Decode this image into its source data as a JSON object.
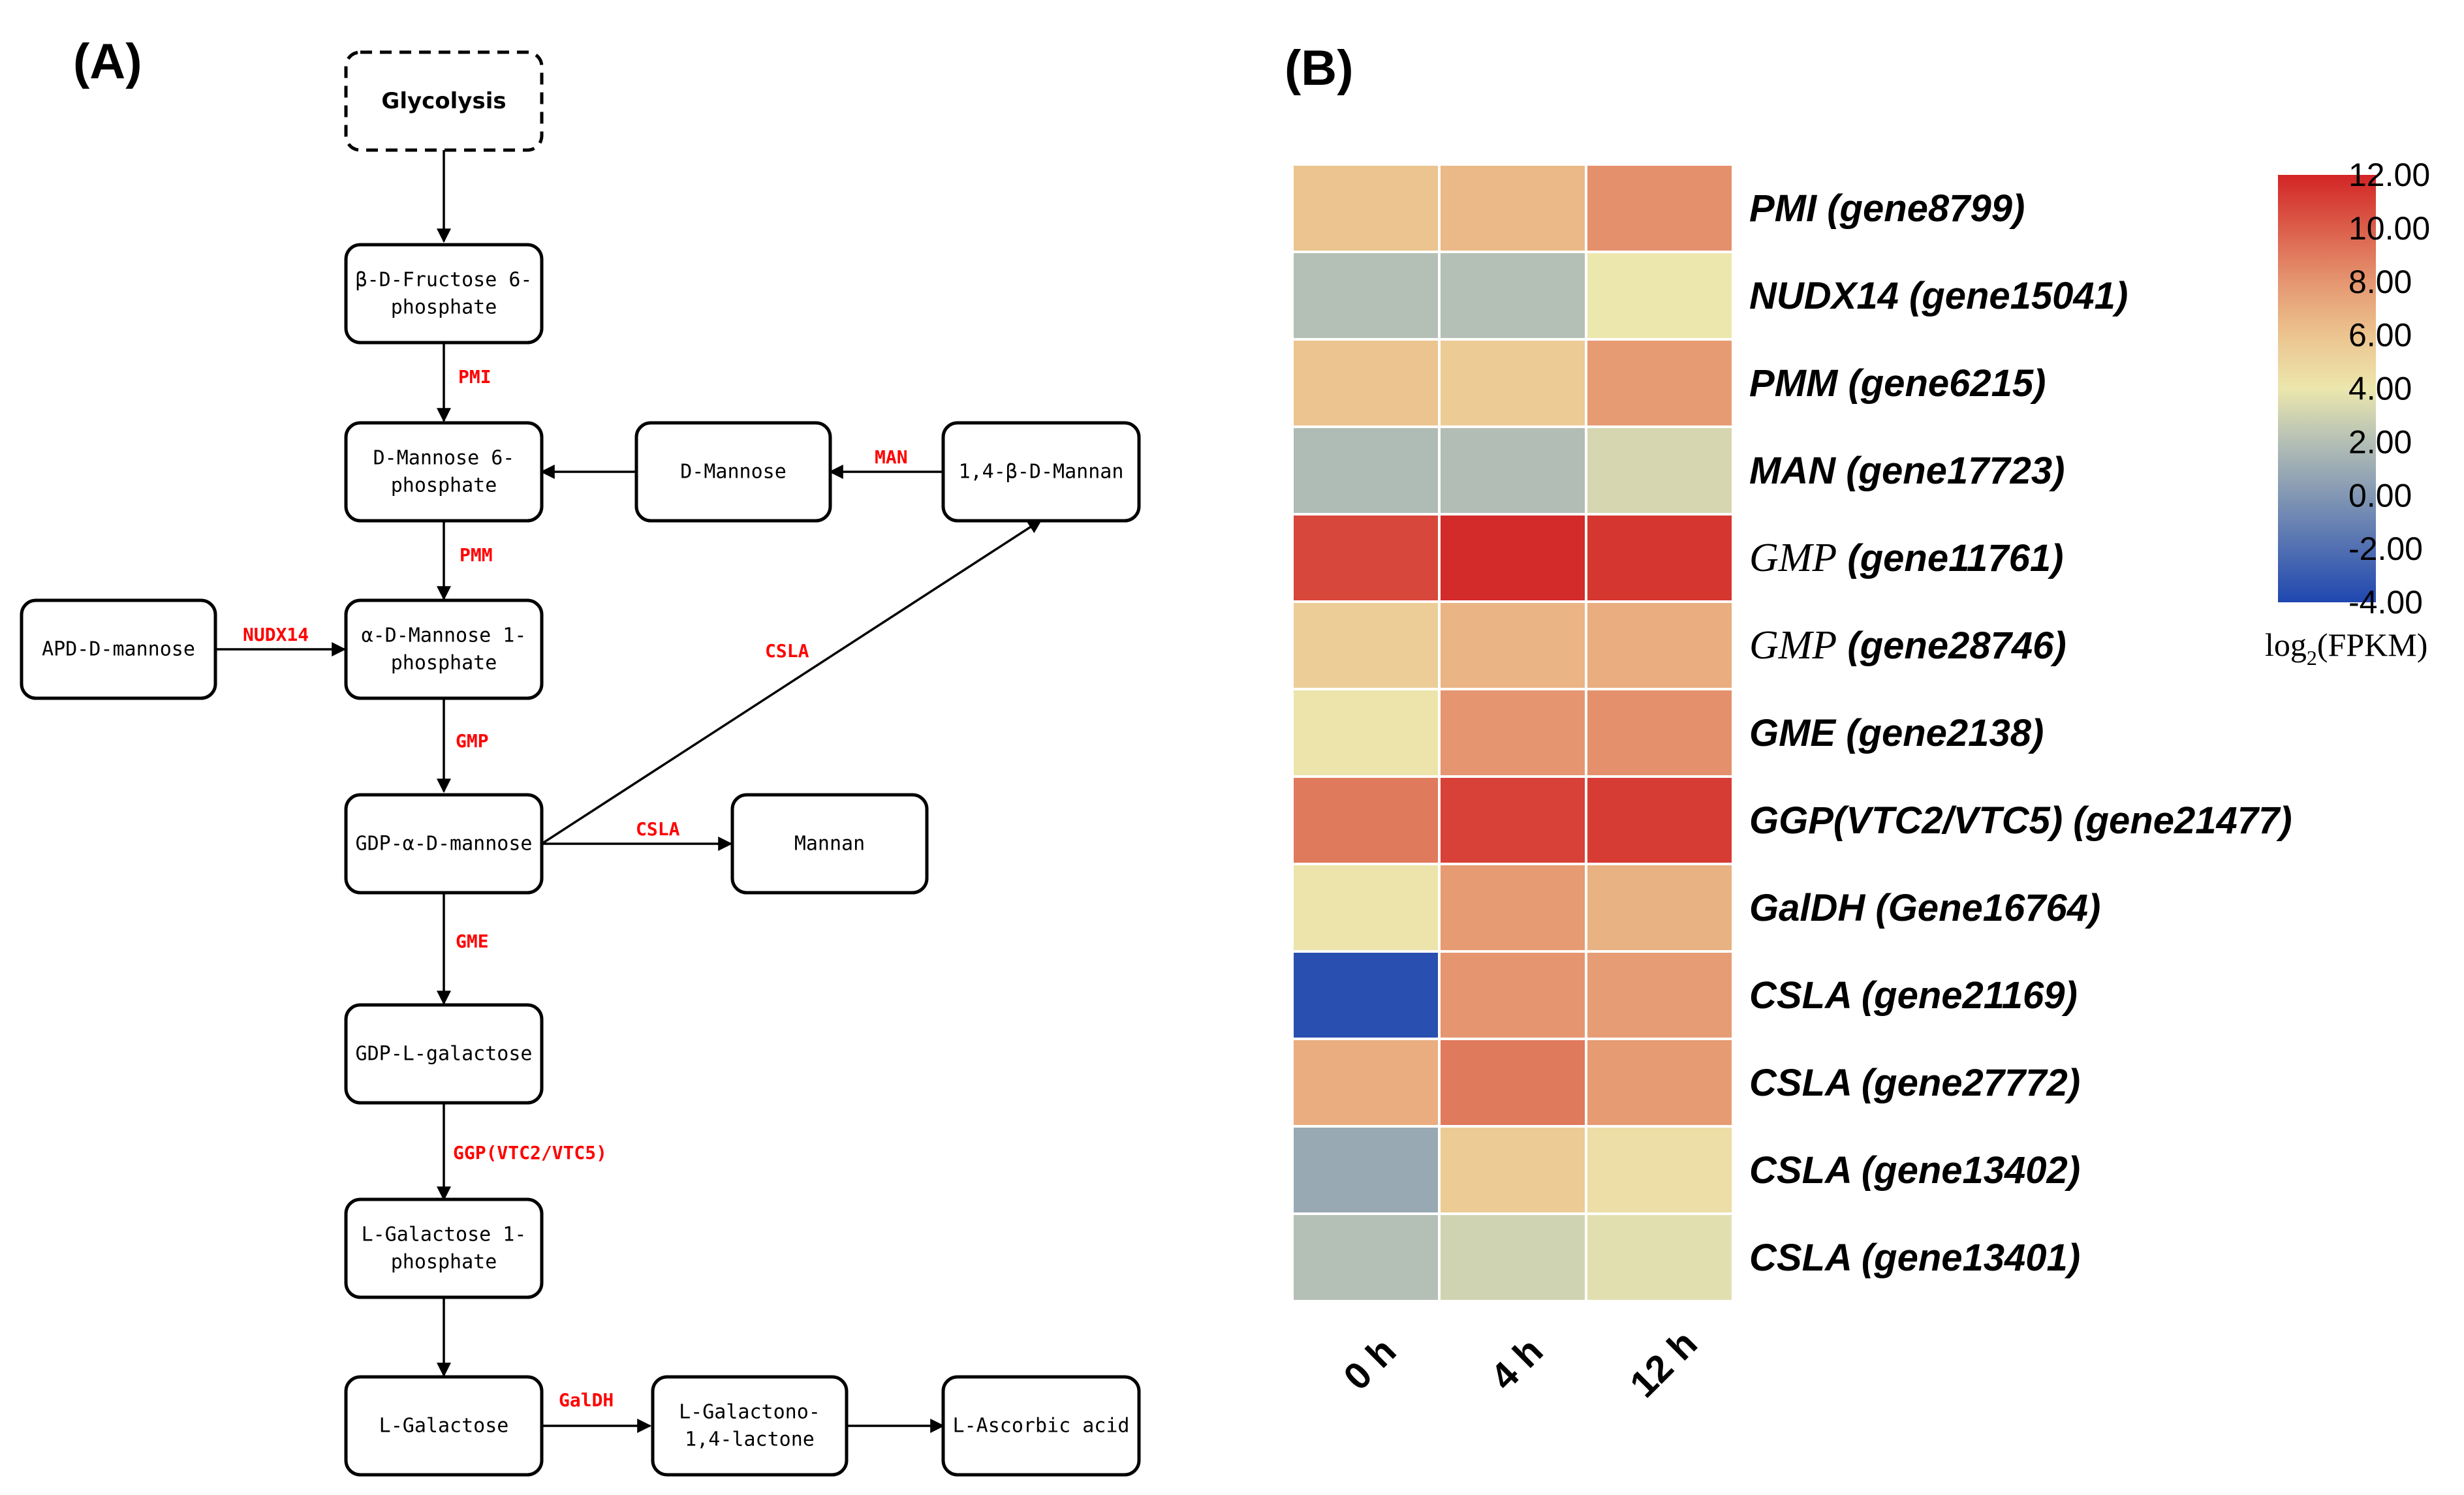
{
  "panel_a": {
    "label": "(A)",
    "nodes": [
      {
        "id": "glycolysis",
        "lines": [
          "Glycolysis"
        ],
        "text_color": "#0d4a4a",
        "dashed": true,
        "bold": true
      },
      {
        "id": "fructose6p",
        "lines": [
          "β-D-Fructose 6-",
          "phosphate"
        ],
        "text_color": "#000000"
      },
      {
        "id": "mannose6p",
        "lines": [
          "D-Mannose 6-",
          "phosphate"
        ],
        "text_color": "#ee00ee"
      },
      {
        "id": "dmannose",
        "lines": [
          "D-Mannose"
        ],
        "text_color": "#000000"
      },
      {
        "id": "mannan14",
        "lines": [
          "1,4-β-D-Mannan"
        ],
        "text_color": "#000000"
      },
      {
        "id": "apd",
        "lines": [
          "APD-D-mannose"
        ],
        "text_color": "#000000"
      },
      {
        "id": "mannose1p",
        "lines": [
          "α-D-Mannose 1-",
          "phosphate"
        ],
        "text_color": "#000000"
      },
      {
        "id": "gdpmannose",
        "lines": [
          "GDP-α-D-mannose"
        ],
        "text_color": "#000000"
      },
      {
        "id": "mannan",
        "lines": [
          "Mannan"
        ],
        "text_color": "#000000"
      },
      {
        "id": "gdpgal",
        "lines": [
          "GDP-L-galactose"
        ],
        "text_color": "#000000"
      },
      {
        "id": "galactose1p",
        "lines": [
          "L-Galactose 1-",
          "phosphate"
        ],
        "text_color": "#000000"
      },
      {
        "id": "galactose",
        "lines": [
          "L-Galactose"
        ],
        "text_color": "#000000"
      },
      {
        "id": "galactono",
        "lines": [
          "L-Galactono-",
          "1,4-lactone"
        ],
        "text_color": "#000000"
      },
      {
        "id": "ascorbic",
        "lines": [
          "L-Ascorbic acid"
        ],
        "text_color": "#0000ee"
      }
    ],
    "enzymes": [
      {
        "id": "pmi",
        "text": "PMI"
      },
      {
        "id": "man",
        "text": "MAN"
      },
      {
        "id": "pmm",
        "text": "PMM"
      },
      {
        "id": "nudx14",
        "text": "NUDX14"
      },
      {
        "id": "csla_diag",
        "text": "CSLA"
      },
      {
        "id": "gmp",
        "text": "GMP"
      },
      {
        "id": "csla",
        "text": "CSLA"
      },
      {
        "id": "gme",
        "text": "GME"
      },
      {
        "id": "ggp",
        "text": "GGP(VTC2/VTC5)"
      },
      {
        "id": "galdh",
        "text": "GalDH"
      }
    ],
    "enzyme_color": "#ff0000"
  },
  "chart_data": {
    "type": "heatmap",
    "panel_label": "(B)",
    "columns": [
      "0 h",
      "4 h",
      "12 h"
    ],
    "rows": [
      {
        "name": "PMI",
        "id": "(gene8799)",
        "values": [
          6.0,
          6.5,
          8.2
        ]
      },
      {
        "name": "NUDX14",
        "id": "(gene15041)",
        "values": [
          2.0,
          2.0,
          4.0
        ]
      },
      {
        "name": "PMM",
        "id": "(gene6215)",
        "values": [
          6.0,
          5.6,
          7.8
        ]
      },
      {
        "name": "MAN",
        "id": "(gene17723)",
        "values": [
          1.8,
          1.9,
          3.2
        ]
      },
      {
        "name": "GMP",
        "id": "(gene11761)",
        "values": [
          10.8,
          11.8,
          11.4
        ],
        "serif_name": true
      },
      {
        "name": "GMP",
        "id": "(gene28746)",
        "values": [
          5.5,
          6.7,
          7.0
        ],
        "serif_name": true
      },
      {
        "name": "GME",
        "id": "(gene2138)",
        "values": [
          4.2,
          8.0,
          8.2
        ]
      },
      {
        "name": "GGP(VTC2/VTC5)",
        "id": "(gene21477)",
        "values": [
          9.0,
          11.0,
          11.2
        ]
      },
      {
        "name": "GalDH",
        "id": "(Gene16764)",
        "values": [
          4.2,
          7.8,
          6.8
        ]
      },
      {
        "name": "CSLA",
        "id": "(gene21169)",
        "values": [
          -3.6,
          8.0,
          7.7
        ]
      },
      {
        "name": "CSLA",
        "id": "(gene27772)",
        "values": [
          7.0,
          9.0,
          7.8
        ]
      },
      {
        "name": "CSLA",
        "id": "(gene13402)",
        "values": [
          0.9,
          5.6,
          4.5
        ]
      },
      {
        "name": "CSLA",
        "id": "(gene13401)",
        "values": [
          2.0,
          3.0,
          3.6
        ]
      }
    ],
    "color_scale": {
      "min": -4.0,
      "max": 12.0,
      "stops": [
        {
          "value": -4.0,
          "color": "#1f47b0"
        },
        {
          "value": 2.0,
          "color": "#b4bfb5"
        },
        {
          "value": 4.0,
          "color": "#ece7ad"
        },
        {
          "value": 6.0,
          "color": "#ecc48f"
        },
        {
          "value": 8.0,
          "color": "#e59670"
        },
        {
          "value": 12.0,
          "color": "#d22525"
        }
      ]
    },
    "legend": {
      "ticks": [
        "12.00",
        "10.00",
        "8.00",
        "6.00",
        "4.00",
        "2.00",
        "0.00",
        "-2.00",
        "-4.00"
      ],
      "title_prefix": "log",
      "title_subscript": "2",
      "title_suffix": "(FPKM)",
      "placement": "right"
    }
  }
}
